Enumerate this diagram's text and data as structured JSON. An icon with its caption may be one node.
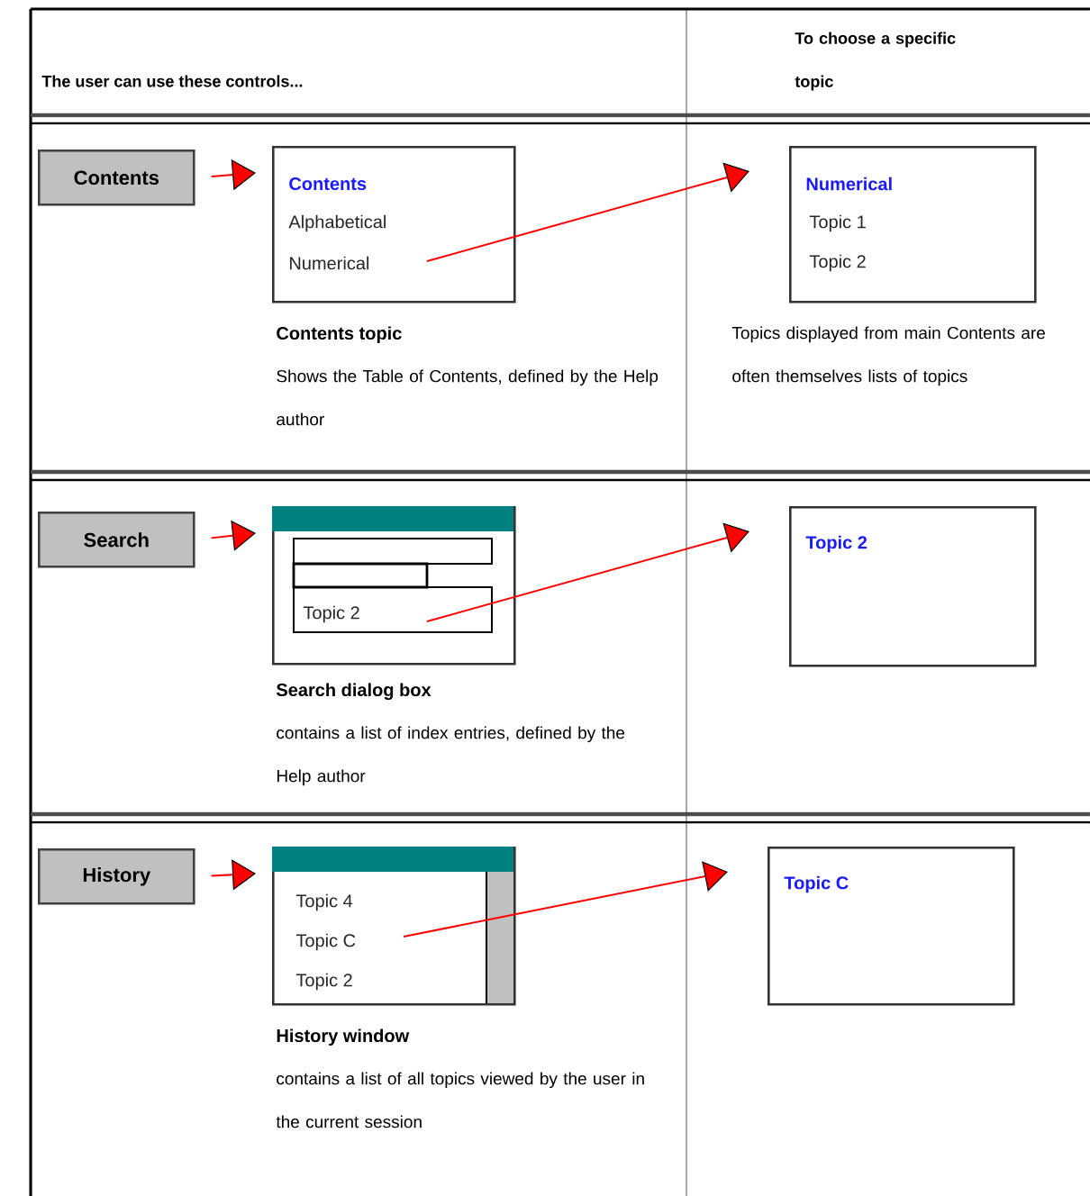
{
  "diagram": {
    "nodes": [
      {
        "text": [
          "Contents"
        ]
      },
      {
        "text": [
          "Contents",
          "Alphabetical",
          "Numerical"
        ],
        "beside": [
          "Contents topic",
          "Shows the Table of Contents, defined by the Help author"
        ]
      },
      {
        "text": [
          "Numerical",
          "Topic 1",
          "Topic 2"
        ],
        "beside": [
          "Topics displayed from main Contents are often themselves lists of topics"
        ]
      },
      {
        "text": [
          "Search"
        ]
      },
      {
        "text": [
          "Topic 2"
        ],
        "beside": [
          "Search dialog box",
          "contains a list of index entries, defined by the Help author"
        ]
      },
      {
        "text": [
          "Topic 2"
        ]
      },
      {
        "text": [
          "History"
        ]
      },
      {
        "text": [
          "Topic 4",
          "Topic C",
          "Topic 2"
        ],
        "beside": [
          "History window",
          "contains a list of all topics viewed by the user in the current session"
        ]
      },
      {
        "text": [
          "Topic C"
        ]
      }
    ],
    "edges": [
      {
        "from": 0,
        "to": 1,
        "arrow": "to"
      },
      {
        "from": 1,
        "to": 2,
        "arrow": "to"
      },
      {
        "from": 3,
        "to": 4,
        "arrow": "to"
      },
      {
        "from": 4,
        "to": 5,
        "arrow": "to"
      },
      {
        "from": 6,
        "to": 7,
        "arrow": "to"
      },
      {
        "from": 7,
        "to": 8,
        "arrow": "to"
      }
    ],
    "labels": [
      "The user can use these controls...",
      "To choose a specific topic"
    ]
  }
}
